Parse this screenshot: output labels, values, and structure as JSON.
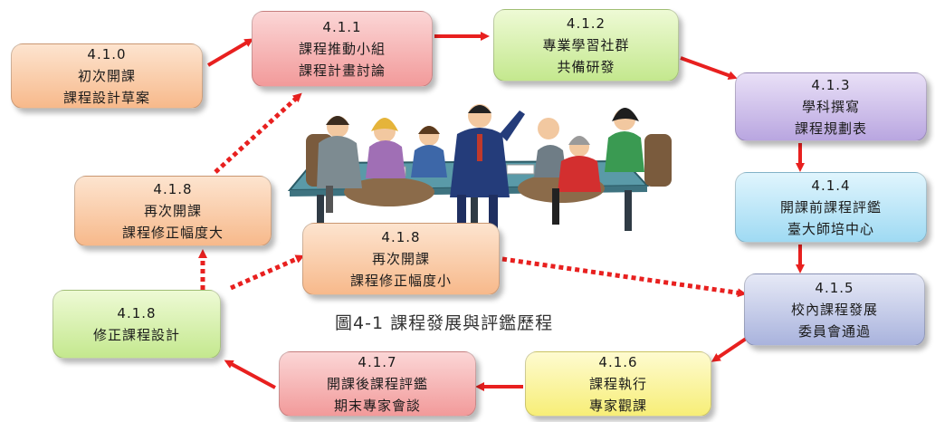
{
  "nodes": {
    "n410": {
      "code": "4.1.0",
      "line1": "初次開課",
      "line2": "課程設計草案"
    },
    "n411": {
      "code": "4.1.1",
      "line1": "課程推動小組",
      "line2": "課程計畫討論"
    },
    "n412": {
      "code": "4.1.2",
      "line1": "專業學習社群",
      "line2": "共備研發"
    },
    "n413": {
      "code": "4.1.3",
      "line1": "學科撰寫",
      "line2": "課程規劃表"
    },
    "n414": {
      "code": "4.1.4",
      "line1": "開課前課程評鑑",
      "line2": "臺大師培中心"
    },
    "n415": {
      "code": "4.1.5",
      "line1": "校內課程發展",
      "line2": "委員會通過"
    },
    "n416": {
      "code": "4.1.6",
      "line1": "課程執行",
      "line2": "專家觀課"
    },
    "n417": {
      "code": "4.1.7",
      "line1": "開課後課程評鑑",
      "line2": "期末專家會談"
    },
    "n418a": {
      "code": "4.1.8",
      "line1": "修正課程設計"
    },
    "n418b": {
      "code": "4.1.8",
      "line1": "再次開課",
      "line2": "課程修正幅度大"
    },
    "n418c": {
      "code": "4.1.8",
      "line1": "再次開課",
      "line2": "課程修正幅度小"
    }
  },
  "caption": "圖4-1  課程發展與評鑑歷程",
  "colors": {
    "arrow": "#e8201f",
    "orange": "#f7b98b",
    "pink": "#f29a9a",
    "green": "#c4e88e",
    "purple": "#b9a6e0",
    "blue": "#9fdaf3",
    "bluegray": "#a9b3dd",
    "yellow": "#f7ee77"
  },
  "illustration": "meeting-people-icon"
}
